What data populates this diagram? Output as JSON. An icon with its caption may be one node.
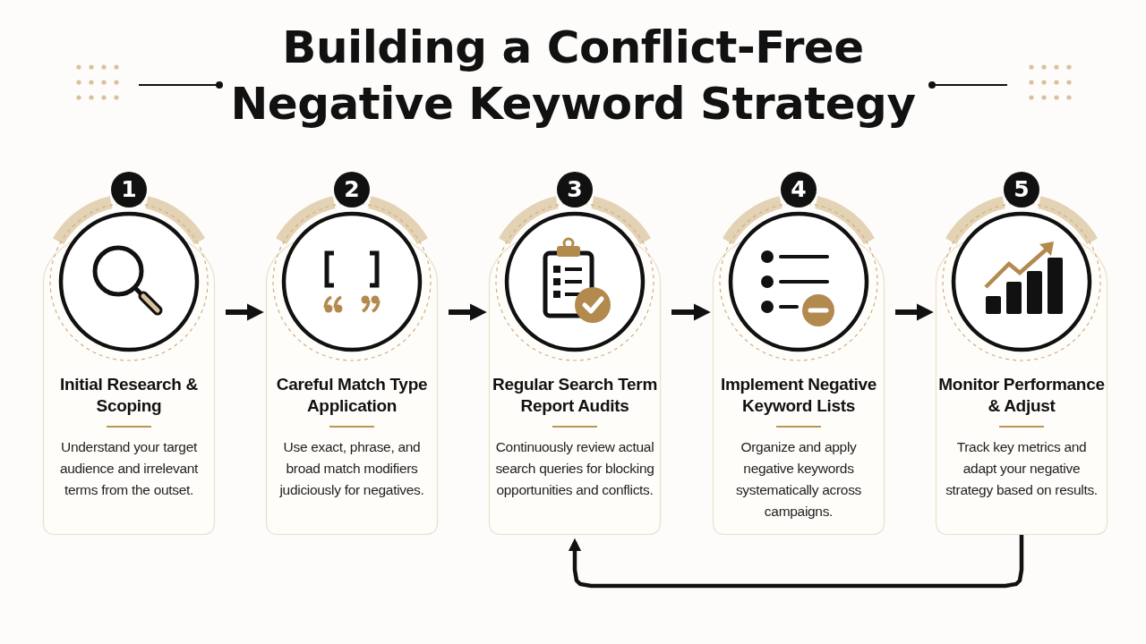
{
  "diagram": {
    "title": "Building a Conflict-Free Negative Keyword Strategy",
    "nodes": [
      {
        "text": [
          "1",
          "Initial Research & Scoping",
          "Understand your target audience and irrelevant terms from the outset."
        ]
      },
      {
        "text": [
          "2",
          "Careful Match Type Application",
          "Use exact, phrase, and broad match modifiers judiciously for negatives."
        ]
      },
      {
        "text": [
          "3",
          "Regular Search Term Report Audits",
          "Continuously review actual search queries for blocking opportunities and conflicts."
        ]
      },
      {
        "text": [
          "4",
          "Implement Negative Keyword Lists",
          "Organize and apply negative keywords systematically across campaigns."
        ]
      },
      {
        "text": [
          "5",
          "Monitor Performance & Adjust",
          "Track key metrics and adapt your negative strategy based on results."
        ]
      }
    ],
    "edges": [
      {
        "from": 0,
        "to": 1,
        "arrow": "to"
      },
      {
        "from": 1,
        "to": 2,
        "arrow": "to"
      },
      {
        "from": 2,
        "to": 3,
        "arrow": "to"
      },
      {
        "from": 3,
        "to": 4,
        "arrow": "to"
      },
      {
        "from": 4,
        "to": 2,
        "arrow": "to"
      }
    ]
  }
}
